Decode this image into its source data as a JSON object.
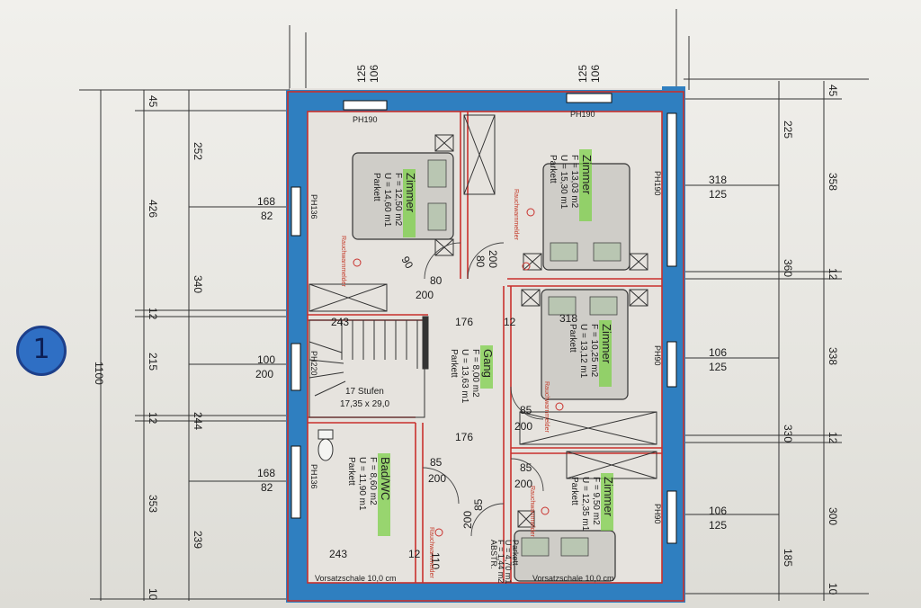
{
  "plan": {
    "level_marker": "1",
    "overall_height": "1100",
    "left_dims": [
      "45",
      "426",
      "12",
      "215",
      "12",
      "353",
      "10"
    ],
    "left_dims2": [
      "252",
      "340",
      "244",
      "239"
    ],
    "right_dims": [
      "45",
      "358",
      "12",
      "338",
      "12",
      "300",
      "10"
    ],
    "right_dims2": [
      "225",
      "360",
      "330",
      "185"
    ],
    "windows": {
      "top_left": [
        "106",
        "125"
      ],
      "top_right": [
        "106",
        "125"
      ],
      "left_1": [
        "168",
        "82"
      ],
      "left_2": [
        "100",
        "200"
      ],
      "left_3": [
        "168",
        "82"
      ],
      "right_1": [
        "318",
        "125"
      ],
      "right_2": [
        "106",
        "125"
      ],
      "right_3": [
        "106",
        "125"
      ]
    },
    "parapet_labels": {
      "top_left": "PH190",
      "top_right": "PH190",
      "left_1": "PH136",
      "left_2": "PH220",
      "left_3": "PH136",
      "right_1": "PH190",
      "right_2": "PH90",
      "right_3": "PH90"
    },
    "rooms": [
      {
        "name": "Zimmer",
        "area": "F = 12,50 m2",
        "perimeter": "U = 14,60 m1",
        "floor": "Parkett"
      },
      {
        "name": "Zimmer",
        "area": "F = 13,03 m2",
        "perimeter": "U = 15,30 m1",
        "floor": "Parkett"
      },
      {
        "name": "Zimmer",
        "area": "F = 10,25 m2",
        "perimeter": "U = 13,12 m1",
        "floor": "Parkett"
      },
      {
        "name": "Gang",
        "area": "F = 8,00 m2",
        "perimeter": "U = 13,63 m1",
        "floor": "Parkett"
      },
      {
        "name": "Zimmer",
        "area": "F = 9,50 m2",
        "perimeter": "U = 12,35 m1",
        "floor": "Parkett"
      },
      {
        "name": "Bad/WC",
        "area": "F = 8,60 m2",
        "perimeter": "U = 11,90 m1",
        "floor": "Parkett"
      }
    ],
    "door_dims": [
      "80",
      "200",
      "90",
      "80",
      "200",
      "85",
      "200",
      "85",
      "200",
      "85",
      "200",
      "85",
      "200"
    ],
    "stairs": {
      "label": "17 Stufen",
      "size": "17,35 x 29,0"
    },
    "inner_dims": [
      "243",
      "176",
      "12",
      "318",
      "176",
      "243",
      "110",
      "12"
    ],
    "smoke_detector": "Rauchwarnmelder",
    "storage_label": "ABSTR.",
    "storage_area": "F = 1,44 m2",
    "storage_perim": "U = 4,70 m1",
    "storage_floor": "Parkett",
    "facing_left": "Vorsatzschale 10,0 cm",
    "facing_right": "Vorsatzschale 10,0 cm",
    "colors": {
      "wall_blue": "#2f7fc0",
      "wall_red": "#c9302c",
      "marker_green": "#7dd04a"
    }
  }
}
